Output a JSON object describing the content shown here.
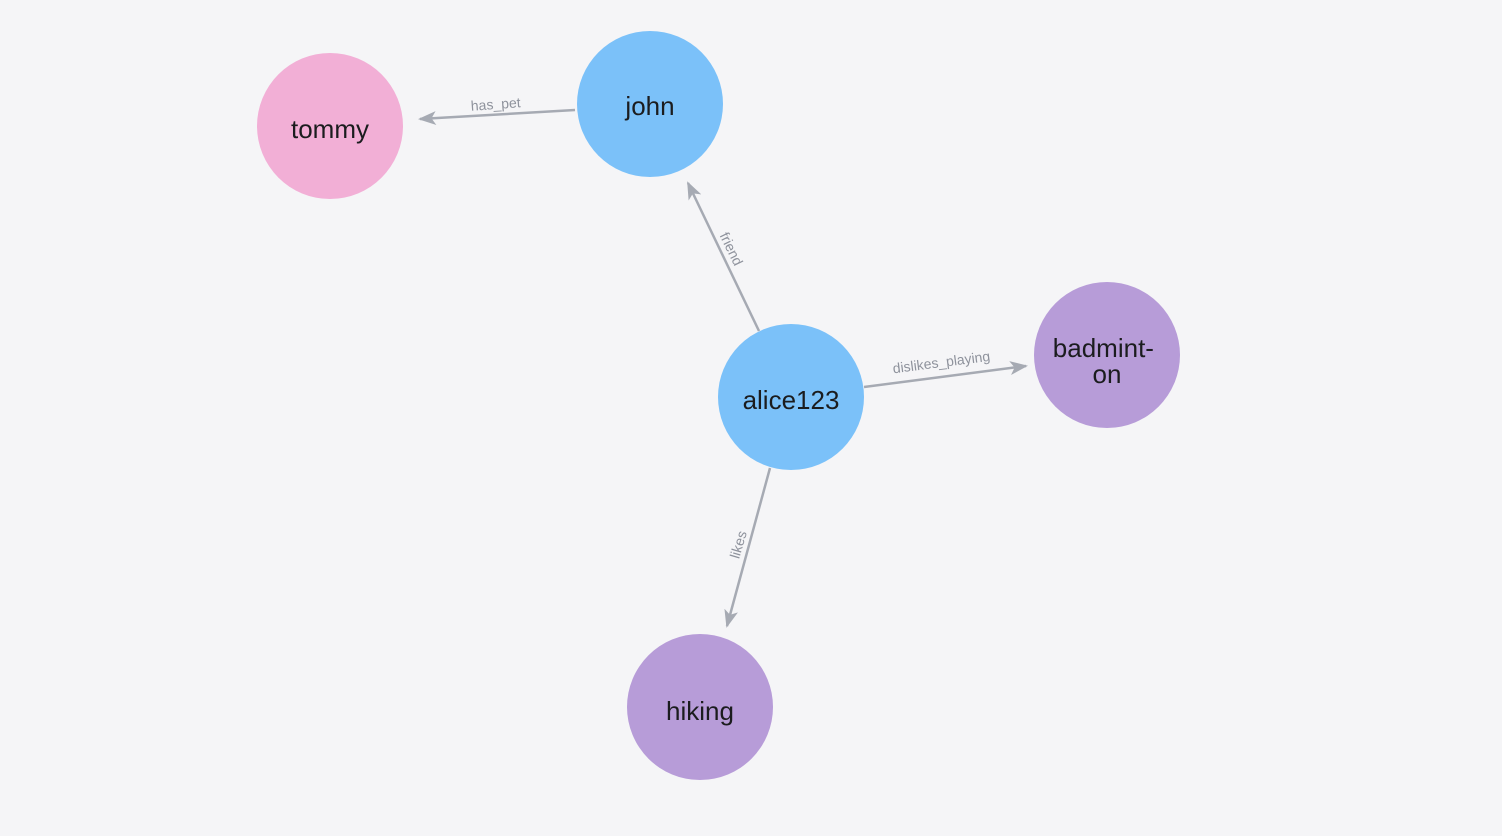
{
  "canvas": {
    "background": "#F5F5F7"
  },
  "graph": {
    "node_text_color": "#1B1C1E",
    "edge_color": "#A6AAB3",
    "edge_label_color": "#8E929C",
    "node_colors": {
      "pink": "#F2AFD6",
      "blue": "#7BC1F9",
      "purple": "#B79CD8"
    },
    "nodes": [
      {
        "id": "tommy",
        "label": "tommy",
        "color": "#F2AFD6"
      },
      {
        "id": "john",
        "label": "john",
        "color": "#7BC1F9"
      },
      {
        "id": "alice123",
        "label": "alice123",
        "color": "#7BC1F9"
      },
      {
        "id": "badminton",
        "label": "badminton",
        "label_lines": [
          "badmint-",
          "on"
        ],
        "color": "#B79CD8"
      },
      {
        "id": "hiking",
        "label": "hiking",
        "color": "#B79CD8"
      }
    ],
    "edges": [
      {
        "from": "john",
        "to": "tommy",
        "label": "has_pet"
      },
      {
        "from": "alice123",
        "to": "john",
        "label": "friend"
      },
      {
        "from": "alice123",
        "to": "badminton",
        "label": "dislikes_playing"
      },
      {
        "from": "alice123",
        "to": "hiking",
        "label": "likes"
      }
    ]
  }
}
